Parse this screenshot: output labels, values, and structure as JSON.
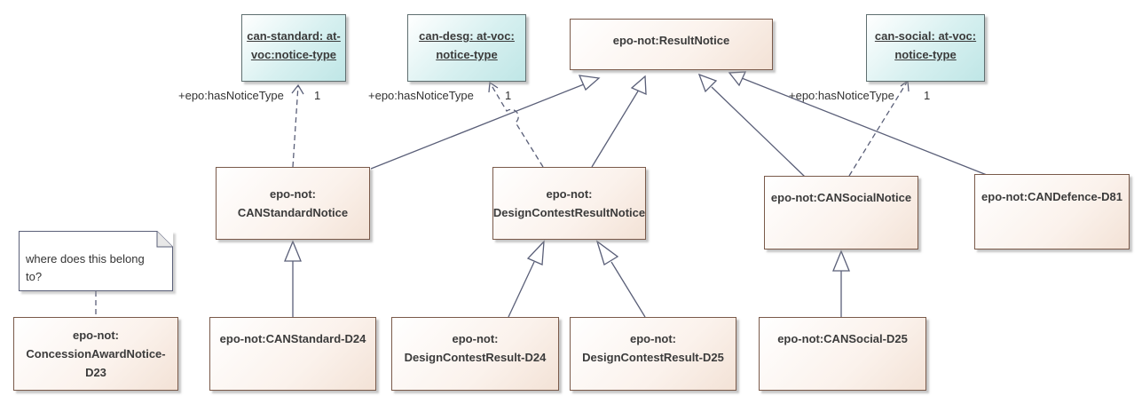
{
  "classes": {
    "result_notice": "epo-not:ResultNotice",
    "can_standard_notice": [
      "epo-not:",
      "CANStandardNotice"
    ],
    "design_contest_result_notice": [
      "epo-not:",
      "DesignContestResultNotice"
    ],
    "can_social_notice": "epo-not:CANSocialNotice",
    "can_defence_d81": "epo-not:CANDefence-D81",
    "concession_award_notice_d23": [
      "epo-not:",
      "ConcessionAwardNotice-",
      "D23"
    ],
    "can_standard_d24": "epo-not:CANStandard-D24",
    "design_contest_result_d24": [
      "epo-not:",
      "DesignContestResult-D24"
    ],
    "design_contest_result_d25": [
      "epo-not:",
      "DesignContestResult-D25"
    ],
    "can_social_d25": "epo-not:CANSocial-D25"
  },
  "vocabularies": {
    "can_standard": [
      "can-standard: at-",
      "voc:notice-type"
    ],
    "can_desg": [
      "can-desg: at-voc:",
      "notice-type"
    ],
    "can_social": [
      "can-social: at-voc:",
      "notice-type"
    ]
  },
  "note": {
    "text": "where does this belong to?"
  },
  "associations": {
    "standard": {
      "role": "+epo:hasNoticeType",
      "multiplicity": "1"
    },
    "desg": {
      "role": "+epo:hasNoticeType",
      "multiplicity": "1"
    },
    "social": {
      "role": "+epo:hasNoticeType",
      "multiplicity": "1"
    }
  },
  "colors": {
    "class_fill": "#f3e2d6",
    "vocabulary_fill": "#bfe6e6",
    "line": "#5a5f78"
  }
}
